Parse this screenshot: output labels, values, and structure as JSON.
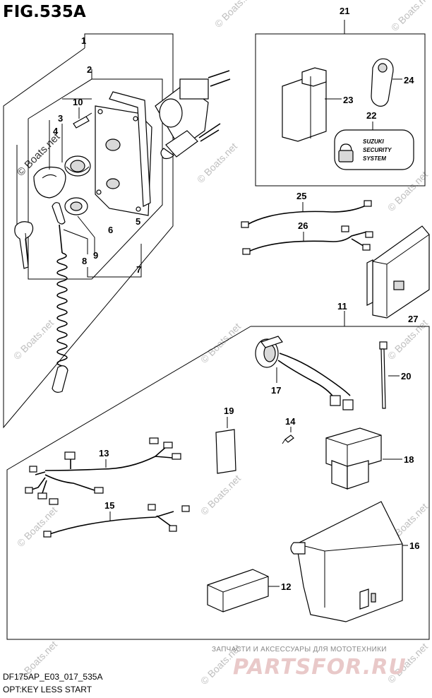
{
  "figure": {
    "title": "FIG.535A",
    "model_code": "DF175AP_E03_017_535A",
    "caption": "OPT:KEY LESS START"
  },
  "callouts": [
    "1",
    "2",
    "3",
    "4",
    "5",
    "6",
    "7",
    "8",
    "9",
    "10",
    "11",
    "12",
    "13",
    "14",
    "15",
    "16",
    "17",
    "18",
    "19",
    "20",
    "21",
    "22",
    "23",
    "24",
    "25",
    "26",
    "27"
  ],
  "badge": {
    "brand": "SUZUKI",
    "line1": "SECURITY",
    "line2": "SYSTEM"
  },
  "watermark": {
    "text": "© Boats.net",
    "shop_caption": "ЗАПЧАСТИ И АКСЕССУАРЫ ДЛЯ МОТОТЕХНИКИ",
    "shop_logo": "PARTSFOR.RU"
  },
  "colors": {
    "line": "#000000",
    "background": "#ffffff",
    "watermark": "#bfbfbf",
    "shop_logo": "#e9c9c9"
  }
}
